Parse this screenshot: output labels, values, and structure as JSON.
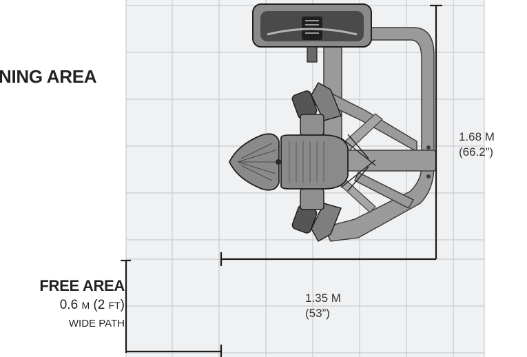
{
  "labels": {
    "training_area": "NING AREA",
    "free_area": "FREE AREA",
    "free_width_value": "0.6 ",
    "free_width_unit_m": "M",
    "free_width_open": " (2 ",
    "free_width_unit_ft": "FT",
    "free_width_close": ")",
    "free_path": "WIDE PATH"
  },
  "dimensions": {
    "height_metric": "1.68 M",
    "height_imperial": "(66.2”)",
    "width_metric": "1.35 M",
    "width_imperial": "(53”)"
  },
  "colors": {
    "grid_fill": "#f0f1f2",
    "grid_line": "#c9cbcd",
    "dimension_line": "#1a1a1a",
    "machine_body": "#8a8a8a",
    "machine_dark": "#3d3d3d",
    "machine_light": "#b4b4b4"
  }
}
